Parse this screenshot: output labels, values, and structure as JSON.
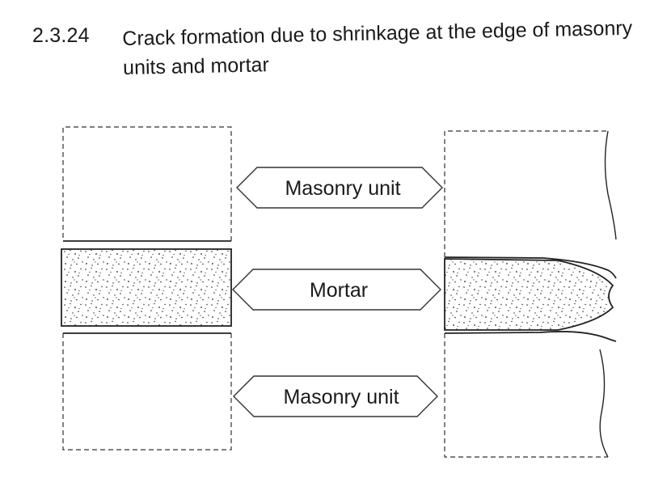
{
  "figure": {
    "number": "2.3.24",
    "caption": "Crack formation due to shrinkage at the edge of masonry units and mortar"
  },
  "labels": {
    "masonry_unit_top": "Masonry unit",
    "mortar": "Mortar",
    "masonry_unit_bottom": "Masonry unit"
  }
}
